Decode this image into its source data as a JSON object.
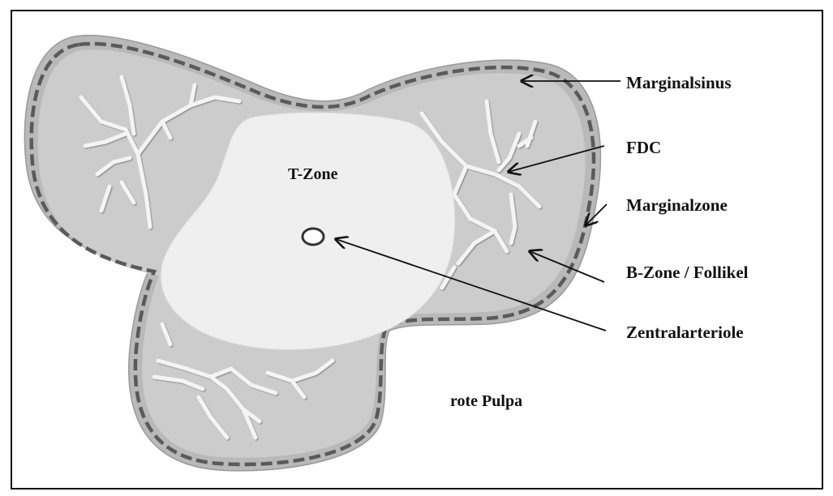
{
  "labels": {
    "marginalsinus": "Marginalsinus",
    "fdc": "FDC",
    "marginalzone": "Marginalzone",
    "b_zone": "B-Zone / Follikel",
    "zentralarteriole": "Zentralarteriole",
    "t_zone": "T-Zone",
    "rote_pulpa": "rote Pulpa"
  },
  "colors": {
    "frame": "#111111",
    "marginal_zone_fill": "#b9b9b9",
    "follicle_fill": "#cccccc",
    "sinus_dash": "#5a5a5a",
    "t_zone_fill": "#efefef",
    "fdc_network": "#f4f4f4",
    "arrow": "#111111"
  }
}
